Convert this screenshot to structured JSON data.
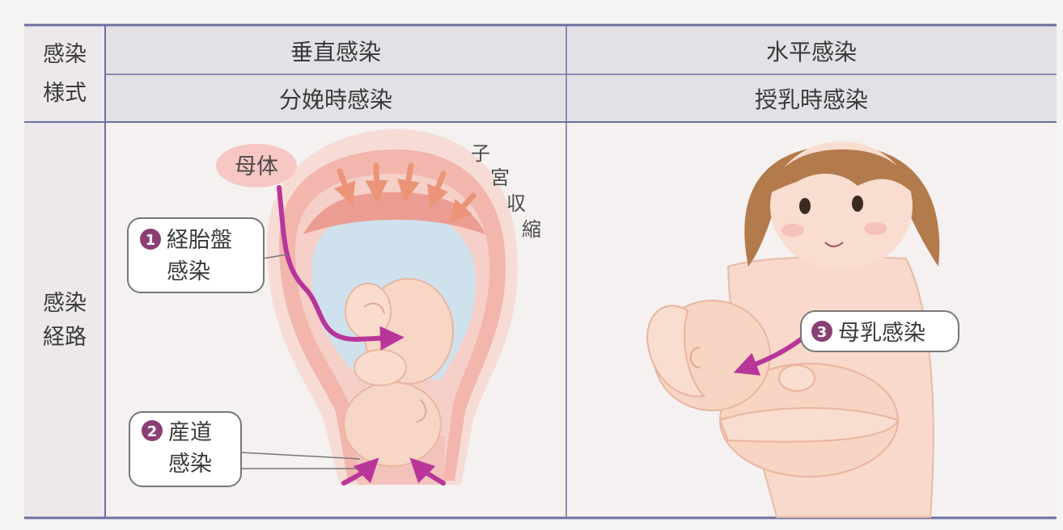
{
  "table": {
    "row_header_mode": {
      "line1": "感染",
      "line2": "様式"
    },
    "row_header_route": {
      "line1": "感染",
      "line2": "経路"
    },
    "col_vertical": {
      "header": "垂直感染",
      "subheader": "分娩時感染"
    },
    "col_horizontal": {
      "header": "水平感染",
      "subheader": "授乳時感染"
    }
  },
  "diagram_left": {
    "mother_label": "母体",
    "uterus_contraction_label": "子宮収縮",
    "callout_1": {
      "marker": "1",
      "line1": "経胎盤",
      "line2": "感染"
    },
    "callout_2": {
      "marker": "2",
      "line1": "産道",
      "line2": "感染"
    }
  },
  "diagram_right": {
    "callout_3": {
      "marker": "3",
      "text": "母乳感染"
    }
  },
  "colors": {
    "grid_line": "#6d6fa0",
    "header_band": "#e4e1e6",
    "left_col_bg": "#ece8ec",
    "arrow_magenta": "#b8369a",
    "arrow_salmon": "#ea9577",
    "skin": "#f7d6c6",
    "hair": "#b37a4c",
    "bubble_pink": "#f7c7c3"
  }
}
